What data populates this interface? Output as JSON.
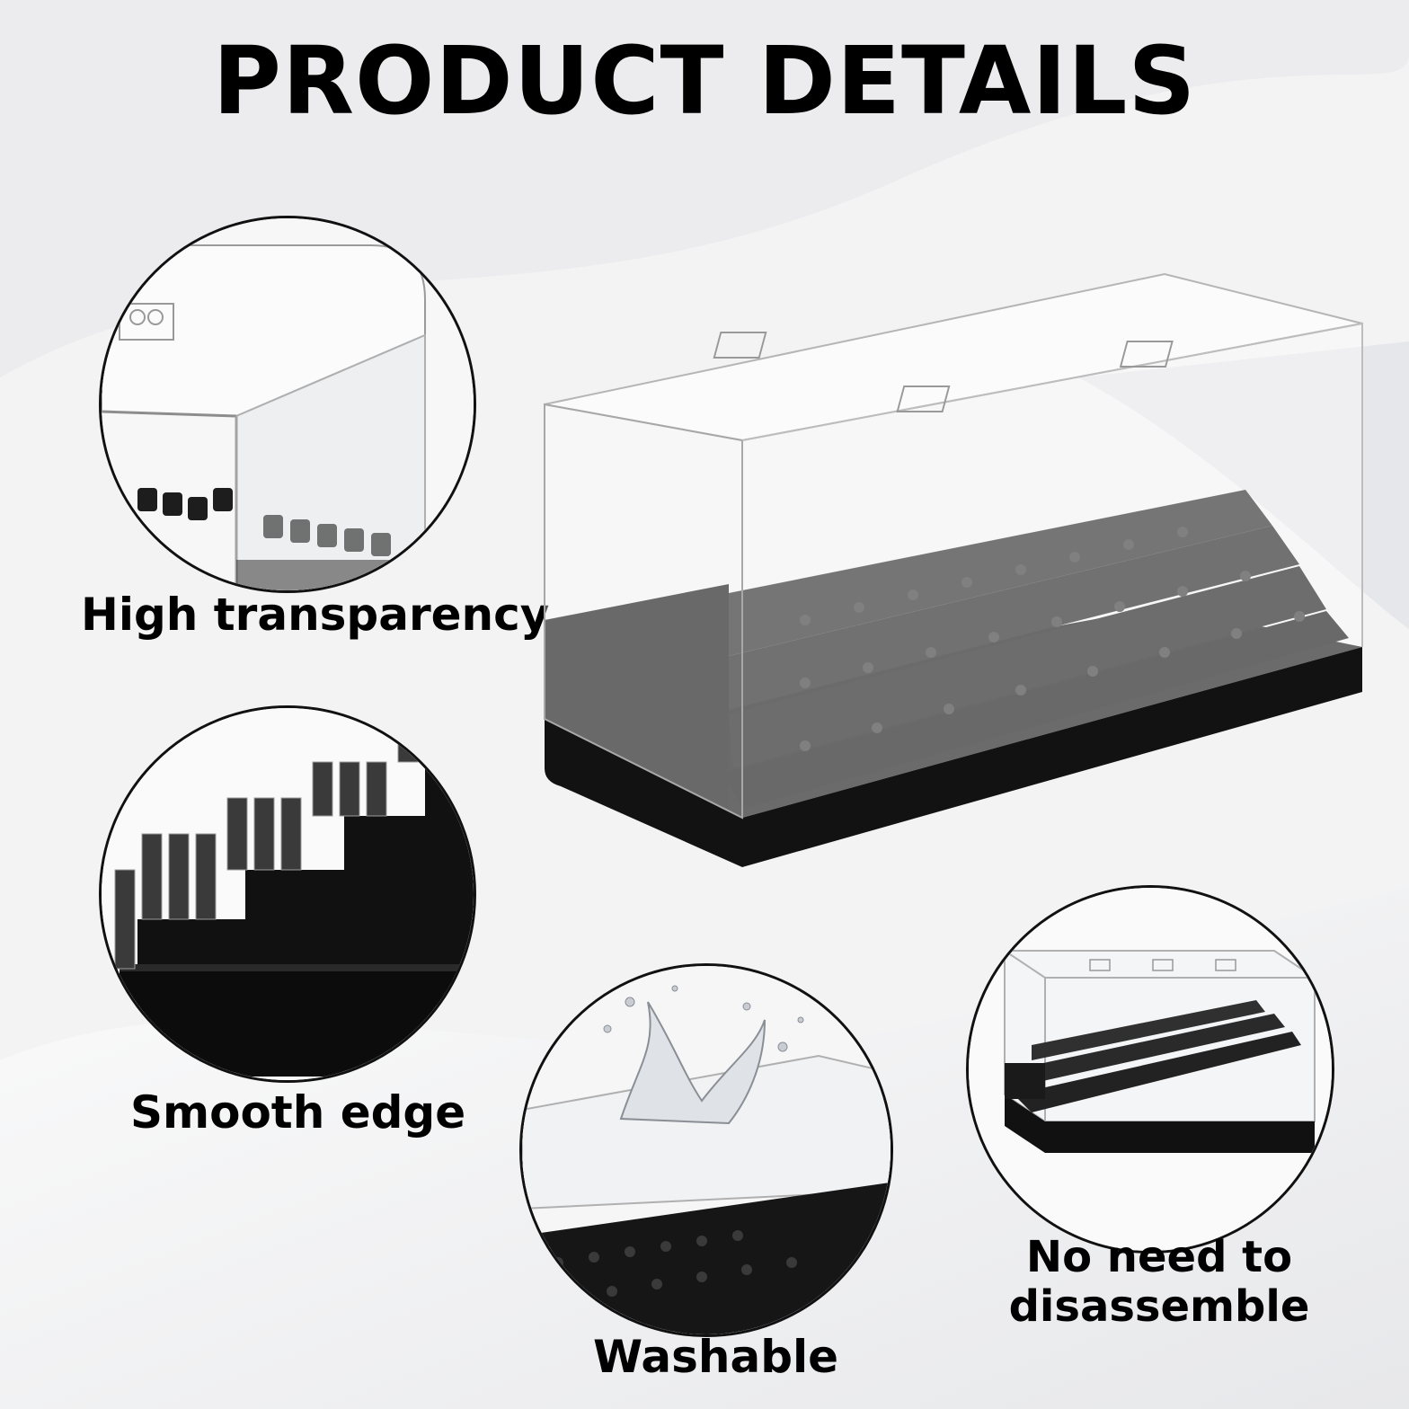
{
  "title": "PRODUCT DETAILS",
  "features": {
    "transparency": "High transparency",
    "edge": "Smooth edge",
    "washable": "Washable",
    "disassemble_line1": "No need to",
    "disassemble_line2": "disassemble"
  },
  "icons": [
    "display-case-icon",
    "stepped-baseplate-icon",
    "water-splash-icon"
  ],
  "colors": {
    "text": "#000000",
    "base": "#141414",
    "background": "#f3f3f4"
  }
}
